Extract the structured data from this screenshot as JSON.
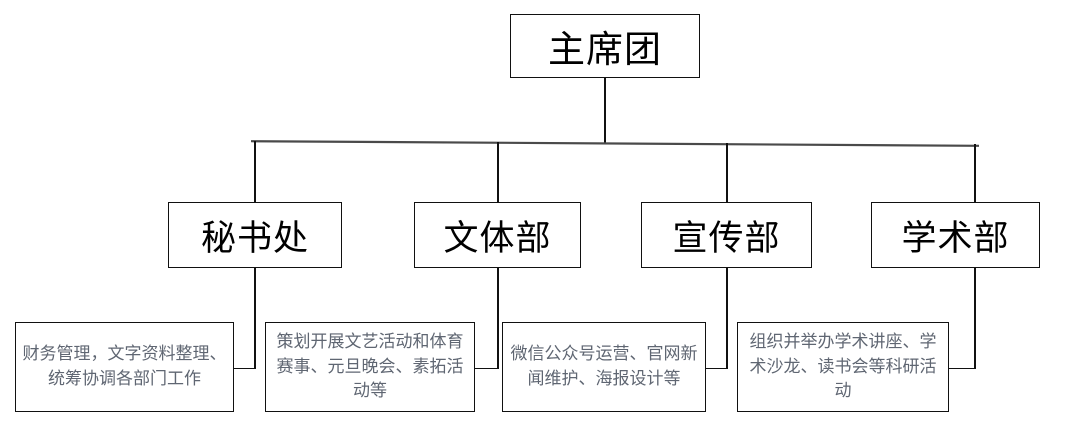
{
  "diagram": {
    "type": "organizational-chart",
    "title_node": "主席团",
    "orientation": "top-down",
    "levels": 3,
    "colors": {
      "background": "#ffffff",
      "box_border": "#111111",
      "connector": "#111111",
      "title_text": "#000000",
      "description_text": "#5f6672"
    }
  },
  "root": {
    "label": "主席团"
  },
  "departments": [
    {
      "label": "秘书处",
      "description": "财务管理，文字资料整理、统筹协调各部门工作"
    },
    {
      "label": "文体部",
      "description": "策划开展文艺活动和体育赛事、元旦晚会、素拓活动等"
    },
    {
      "label": "宣传部",
      "description": "微信公众号运营、官网新闻维护、海报设计等"
    },
    {
      "label": "学术部",
      "description": "组织并举办学术讲座、学术沙龙、读书会等科研活动"
    }
  ]
}
